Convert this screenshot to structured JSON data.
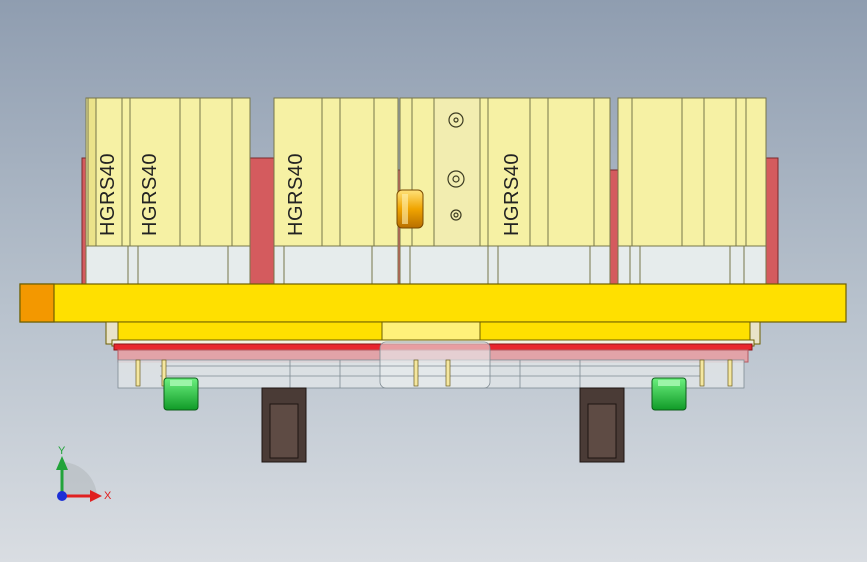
{
  "model": {
    "block_labels": [
      "HGRS40",
      "HGRS40",
      "HGRS40",
      "HGRS40"
    ]
  },
  "triad": {
    "y_label": "Y",
    "x_label": "X"
  },
  "colors": {
    "cylinder_yellow": "#f6f1a4",
    "cylinder_line": "#77764a",
    "base_plate": "#ffe000",
    "plate_end": "#f39800",
    "red_bracket": "#d45b5e",
    "glass_body": "#dfe4e6",
    "green_part": "#1fbe3c",
    "dark_block": "#4a3b36",
    "axis_y": "#22a33a",
    "axis_x": "#e02020",
    "axis_z": "#1c2fd6"
  }
}
